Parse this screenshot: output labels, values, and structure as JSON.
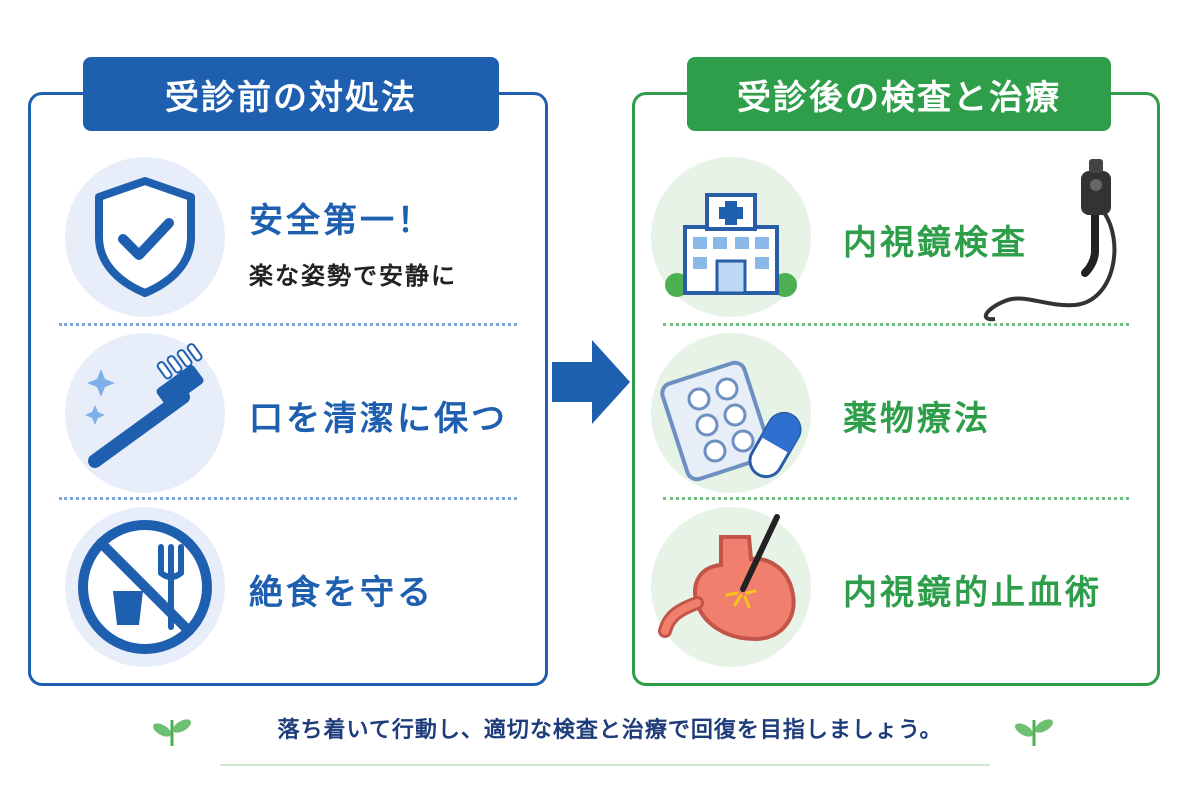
{
  "left_panel": {
    "title": "受診前の対処法",
    "items": [
      {
        "label": "安全第一！",
        "sub": "楽な姿勢で安静に",
        "icon": "shield-check-icon"
      },
      {
        "label": "口を清潔に保つ",
        "icon": "toothbrush-icon"
      },
      {
        "label": "絶食を守る",
        "icon": "no-food-icon"
      }
    ]
  },
  "right_panel": {
    "title": "受診後の検査と治療",
    "items": [
      {
        "label": "内視鏡検査",
        "icon": "hospital-icon",
        "extra_icon": "endoscope-icon"
      },
      {
        "label": "薬物療法",
        "icon": "medicine-icon"
      },
      {
        "label": "内視鏡的止血術",
        "icon": "stomach-icon"
      }
    ]
  },
  "footer": {
    "message": "落ち着いて行動し、適切な検査と治療で回復を目指しましょう。"
  },
  "colors": {
    "blue": "#1f5fb0",
    "green": "#2f9e4a",
    "light_blue": "#e7eefa",
    "light_green": "#e6f3e6"
  }
}
